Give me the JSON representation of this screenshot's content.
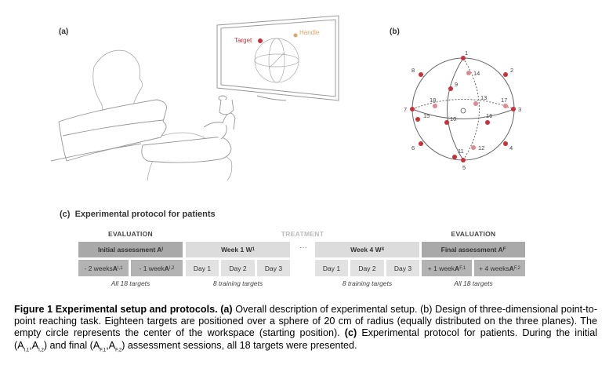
{
  "panel_a": {
    "label": "(a)",
    "legend_target": "Target",
    "legend_handle": "Handle",
    "colors": {
      "target": "#c8303a",
      "handle": "#d9a46a"
    }
  },
  "panel_b": {
    "label": "(b)",
    "targets": [
      {
        "id": "1",
        "type": "front"
      },
      {
        "id": "2",
        "type": "front"
      },
      {
        "id": "3",
        "type": "front"
      },
      {
        "id": "4",
        "type": "front"
      },
      {
        "id": "5",
        "type": "front"
      },
      {
        "id": "6",
        "type": "front"
      },
      {
        "id": "7",
        "type": "front"
      },
      {
        "id": "8",
        "type": "front"
      },
      {
        "id": "9",
        "type": "front"
      },
      {
        "id": "10",
        "type": "front"
      },
      {
        "id": "11",
        "type": "front"
      },
      {
        "id": "12",
        "type": "back"
      },
      {
        "id": "13",
        "type": "back"
      },
      {
        "id": "14",
        "type": "back"
      },
      {
        "id": "15",
        "type": "front"
      },
      {
        "id": "16",
        "type": "front"
      },
      {
        "id": "17",
        "type": "back"
      },
      {
        "id": "18",
        "type": "back"
      }
    ],
    "colors": {
      "front": "#c8303a",
      "back": "#df8a8f"
    }
  },
  "panel_c": {
    "label": "(c)",
    "title": "Experimental protocol for patients",
    "headers": {
      "eval_left": "EVALUATION",
      "treatment": "TREATMENT",
      "eval_right": "EVALUATION"
    },
    "initial": {
      "title": "Initial assessment A",
      "title_sub": "I",
      "s1": "- 2 weeks ",
      "s1_bold": "A",
      "s1_sub": "I,1",
      "s2": "- 1 week ",
      "s2_bold": "A",
      "s2_sub": "I,2",
      "note": "All 18 targets"
    },
    "week1": {
      "title": "Week 1 W",
      "title_sub": "1",
      "days": [
        "Day 1",
        "Day 2",
        "Day 3"
      ],
      "note": "8 training targets"
    },
    "ellipsis": "···",
    "week4": {
      "title": "Week 4 W",
      "title_sub": "4",
      "days": [
        "Day 1",
        "Day 2",
        "Day 3"
      ],
      "note": "8 training targets"
    },
    "final": {
      "title": "Final assessment A",
      "title_sub": "F",
      "s1": "+ 1 week ",
      "s1_bold": "A",
      "s1_sub": "F,1",
      "s2": "+ 4 weeks ",
      "s2_bold": "A",
      "s2_sub": "F,2",
      "note": "All 18 targets"
    }
  },
  "caption": {
    "fig": "Figure 1 Experimental setup and protocols.",
    "a_label": "(a)",
    "a_text": " Overall description of experimental setup. (b) Design of three-dimensional point-to-point reaching task. Eighteen targets are positioned over a sphere of 20 cm of radius (equally distributed on the three planes). The empty circle represents the center of the workspace (starting position). ",
    "c_label": "(c)",
    "c_text_1": " Experimental protocol for patients. During the initial (A",
    "sub_i1": "I,1",
    "c_text_2": ",A",
    "sub_i2": "I,2",
    "c_text_3": ") and final (A",
    "sub_f1": "F,1",
    "c_text_4": ",A",
    "sub_f2": "F,2",
    "c_text_5": ") assessment sessions, all 18 targets were presented."
  }
}
